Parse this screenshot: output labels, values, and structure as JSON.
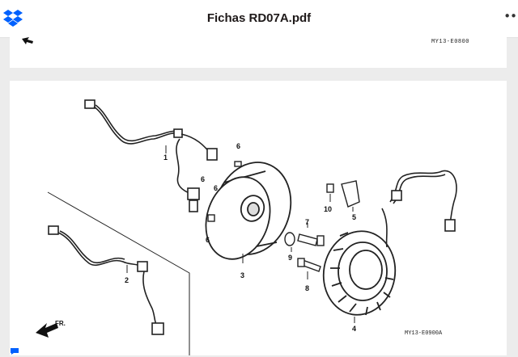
{
  "header": {
    "title": "Fichas RD07A.pdf",
    "logo_icon": "dropbox-logo-icon",
    "menu_icon": "more-options-icon",
    "brand_color": "#0061fe"
  },
  "pages": [
    {
      "code": "MY13-E0800"
    },
    {
      "code": "MY13-E0900A",
      "direction_label": "FR.",
      "callouts": [
        "1",
        "2",
        "3",
        "4",
        "5",
        "6",
        "6",
        "6",
        "6",
        "7",
        "8",
        "9",
        "10"
      ]
    }
  ]
}
